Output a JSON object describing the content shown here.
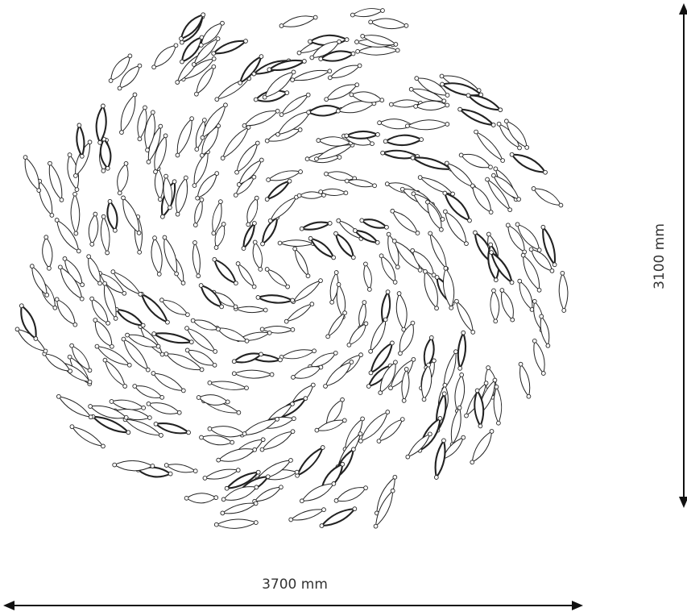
{
  "diagram": {
    "width_label": "3700 mm",
    "height_label": "3100 mm",
    "element_count": 300,
    "colors": {
      "line": "#222222",
      "background": "#ffffff"
    },
    "element_shape": "leaf"
  }
}
